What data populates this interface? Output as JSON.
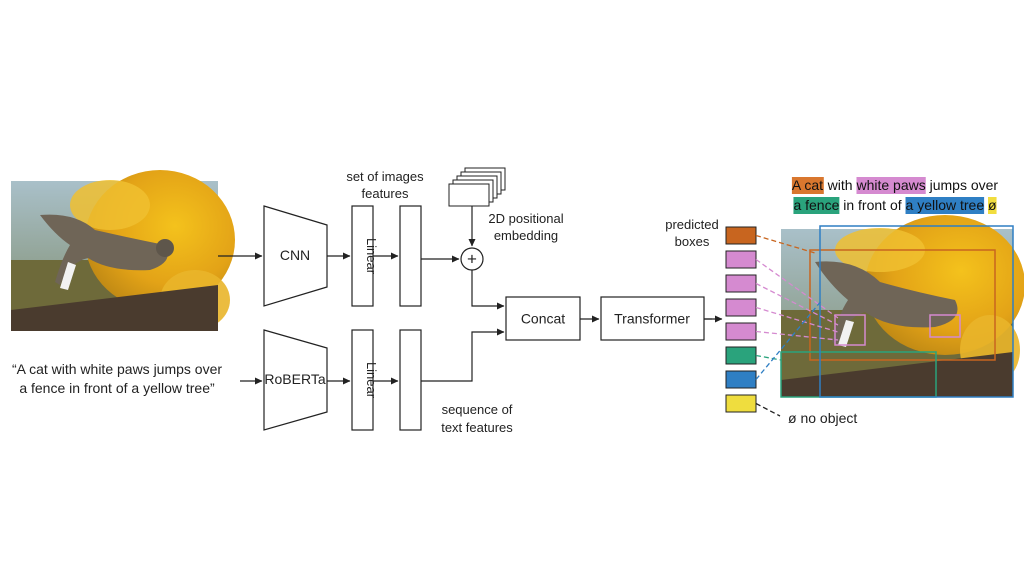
{
  "blocks": {
    "cnn": "CNN",
    "roberta": "RoBERTa",
    "linear_top": "Linear",
    "linear_bottom": "Linear",
    "concat": "Concat",
    "transformer": "Transformer",
    "plus": "+"
  },
  "labels": {
    "image_features_line1": "set of images",
    "image_features_line2": "features",
    "pos_embed_line1": "2D positional",
    "pos_embed_line2": "embedding",
    "text_features_line1": "sequence of",
    "text_features_line2": "text features",
    "predicted_line1": "predicted",
    "predicted_line2": "boxes",
    "no_object": "ø no object"
  },
  "input_text": {
    "line1": "“A cat with white paws jumps over",
    "line2": "a fence in front of a yellow tree”"
  },
  "caption": {
    "line1": [
      {
        "text": "A cat",
        "color": "#d9772e"
      },
      {
        "text": " with ",
        "color": ""
      },
      {
        "text": "white paws",
        "color": "#d58ad0"
      },
      {
        "text": " jumps over",
        "color": ""
      }
    ],
    "line2": [
      {
        "text": "a fence",
        "color": "#2aa37c"
      },
      {
        "text": " in front of ",
        "color": ""
      },
      {
        "text": "a yellow tree",
        "color": "#2f7fc4"
      },
      {
        "text": " ",
        "color": ""
      },
      {
        "text": "ø",
        "color": "#f1dd3e"
      }
    ]
  },
  "box_colors": [
    "#c8651f",
    "#d58ad0",
    "#d58ad0",
    "#d58ad0",
    "#d58ad0",
    "#2aa37c",
    "#2f7fc4",
    "#efdd3e"
  ]
}
